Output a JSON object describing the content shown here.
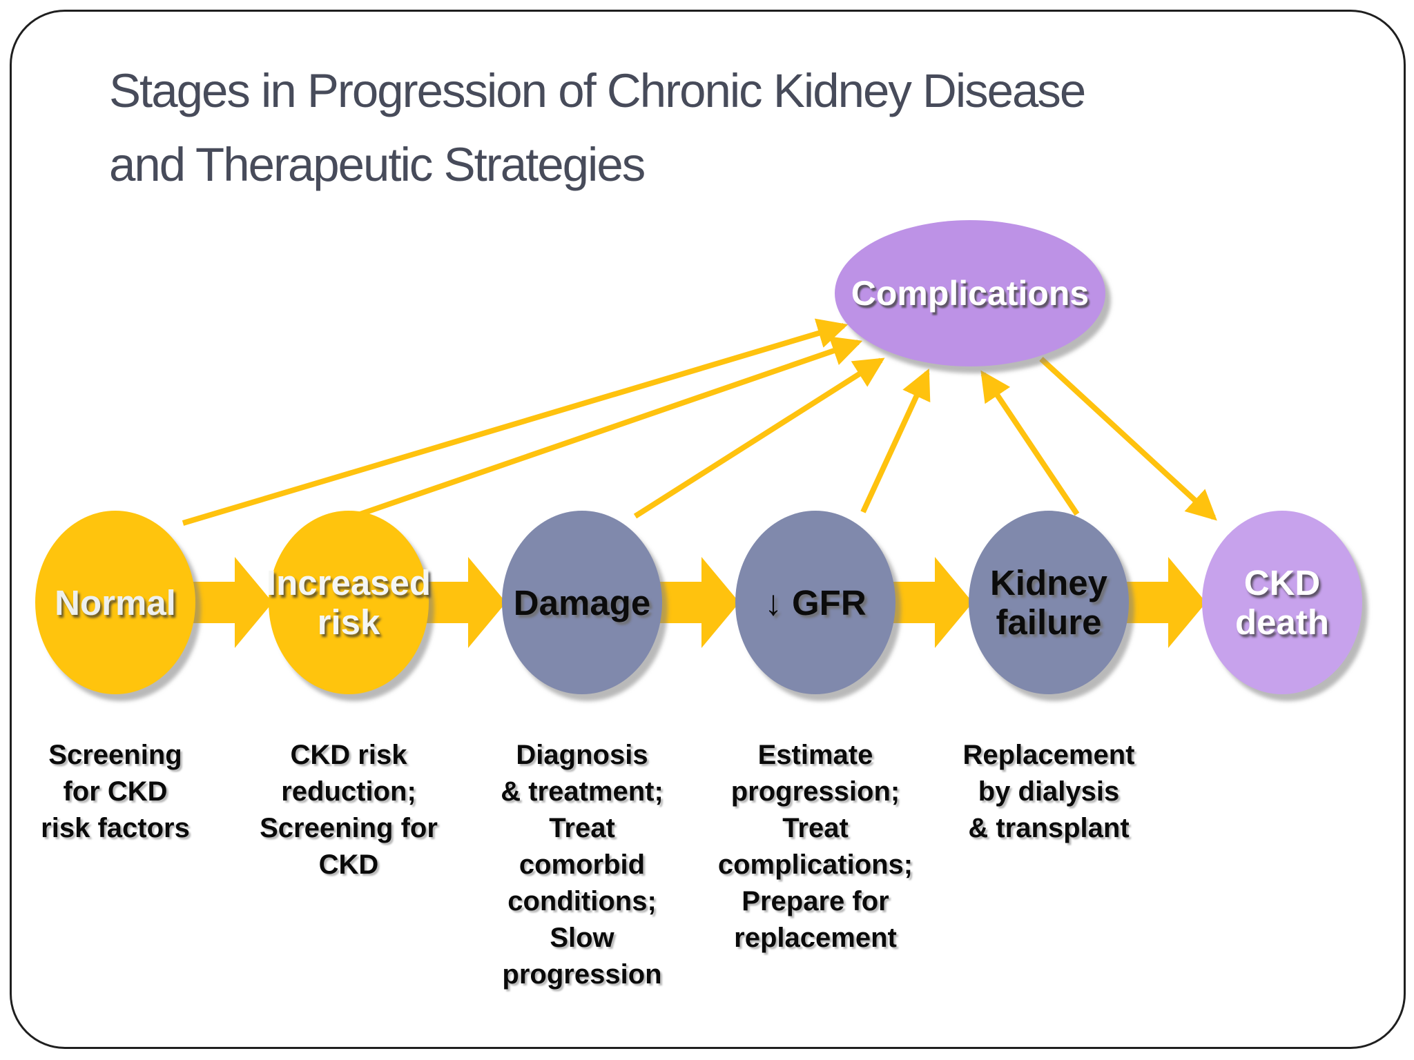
{
  "colors": {
    "background": "#ffffff",
    "border": "#1f1f1f",
    "title": "#474b5a",
    "arrow": "#ffc20e",
    "stage_yellow": "#ffc40d",
    "stage_slate": "#8089ac",
    "complications_purple": "#bd92e6",
    "death_purple": "#c7a2ec"
  },
  "title": "Stages in Progression of Chronic Kidney Disease\nand Therapeutic Strategies",
  "complications": {
    "label": "Complications"
  },
  "stages": [
    {
      "label": "Normal",
      "fill": "#ffc40d",
      "text_color": "#eef0ee",
      "description": "Screening\nfor CKD\nrisk factors"
    },
    {
      "label": "Increased\nrisk",
      "fill": "#ffc40d",
      "text_color": "#f5f6f4",
      "description": "CKD risk\nreduction;\nScreening for\nCKD"
    },
    {
      "label": "Damage",
      "fill": "#8089ac",
      "text_color": "#0b0b0b",
      "description": "Diagnosis\n& treatment;\nTreat\ncomorbid\nconditions;\nSlow\nprogression"
    },
    {
      "label": "↓ GFR",
      "fill": "#8089ac",
      "text_color": "#0b0b0b",
      "description": "Estimate\nprogression;\nTreat\ncomplications;\nPrepare for\nreplacement"
    },
    {
      "label": "Kidney\nfailure",
      "fill": "#8089ac",
      "text_color": "#0b0b0b",
      "description": "Replacement\nby dialysis\n& transplant"
    },
    {
      "label": "CKD\ndeath",
      "fill": "#c7a2ec",
      "text_color": "#ffffff",
      "description": ""
    }
  ]
}
